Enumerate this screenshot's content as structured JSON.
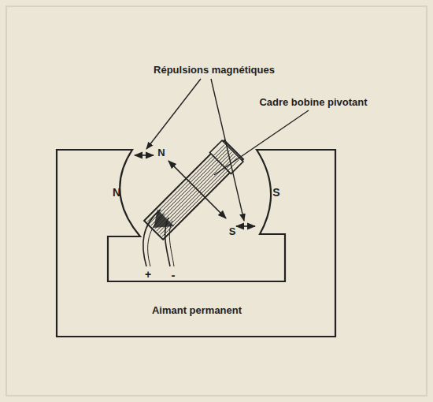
{
  "diagram": {
    "labels": [
      "Répulsions magnétiques",
      "Cadre bobine pivotant",
      "N",
      "N",
      "S",
      "S",
      "+",
      "-",
      "Aimant permanent"
    ]
  }
}
